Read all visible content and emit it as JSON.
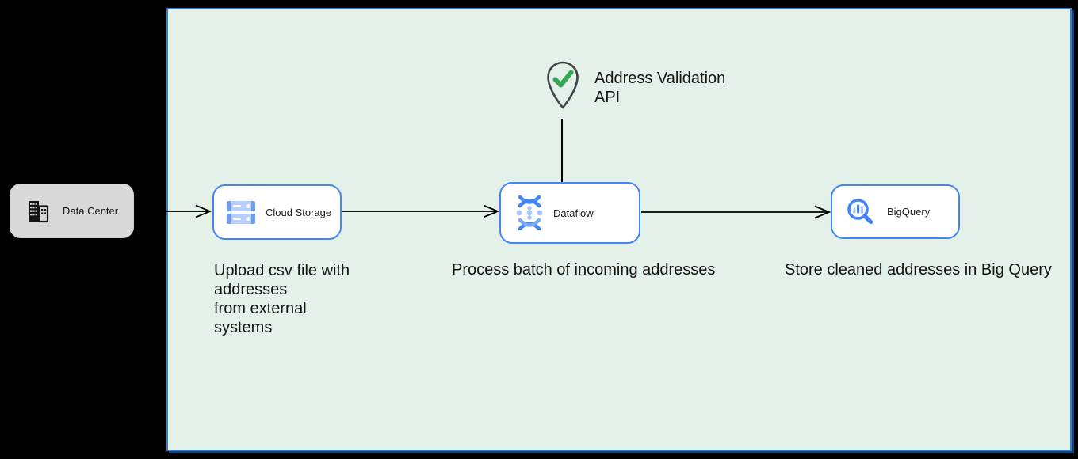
{
  "diagram": {
    "external_node": {
      "label": "Data Center",
      "icon": "building-icon"
    },
    "pipeline": {
      "nodes": [
        {
          "label": "Cloud Storage",
          "icon": "cloud-storage-icon"
        },
        {
          "label": "Dataflow",
          "icon": "dataflow-icon"
        },
        {
          "label": "BigQuery",
          "icon": "bigquery-icon"
        }
      ],
      "annotation": {
        "text": "Address Validation\nAPI",
        "icon": "map-pin-check-icon"
      },
      "captions": [
        "Upload csv file with\naddresses\nfrom external\nsystems",
        "Process batch of incoming addresses",
        "Store cleaned addresses in Big Query"
      ]
    },
    "colors": {
      "page_bg": "#000000",
      "panel_bg": "#e3f1e9",
      "panel_border": "#3a7cc4",
      "panel_edge_shadow": "#11427e",
      "node_bg": "#ffffff",
      "node_border": "#4285f4",
      "external_node_bg": "#d9d9d9",
      "icon_blue": "#4285f4",
      "icon_light_blue": "#a6c5fa",
      "check_green": "#34a853",
      "pin_outline": "#3f4347",
      "connector": "#000000",
      "text": "#141414"
    }
  }
}
